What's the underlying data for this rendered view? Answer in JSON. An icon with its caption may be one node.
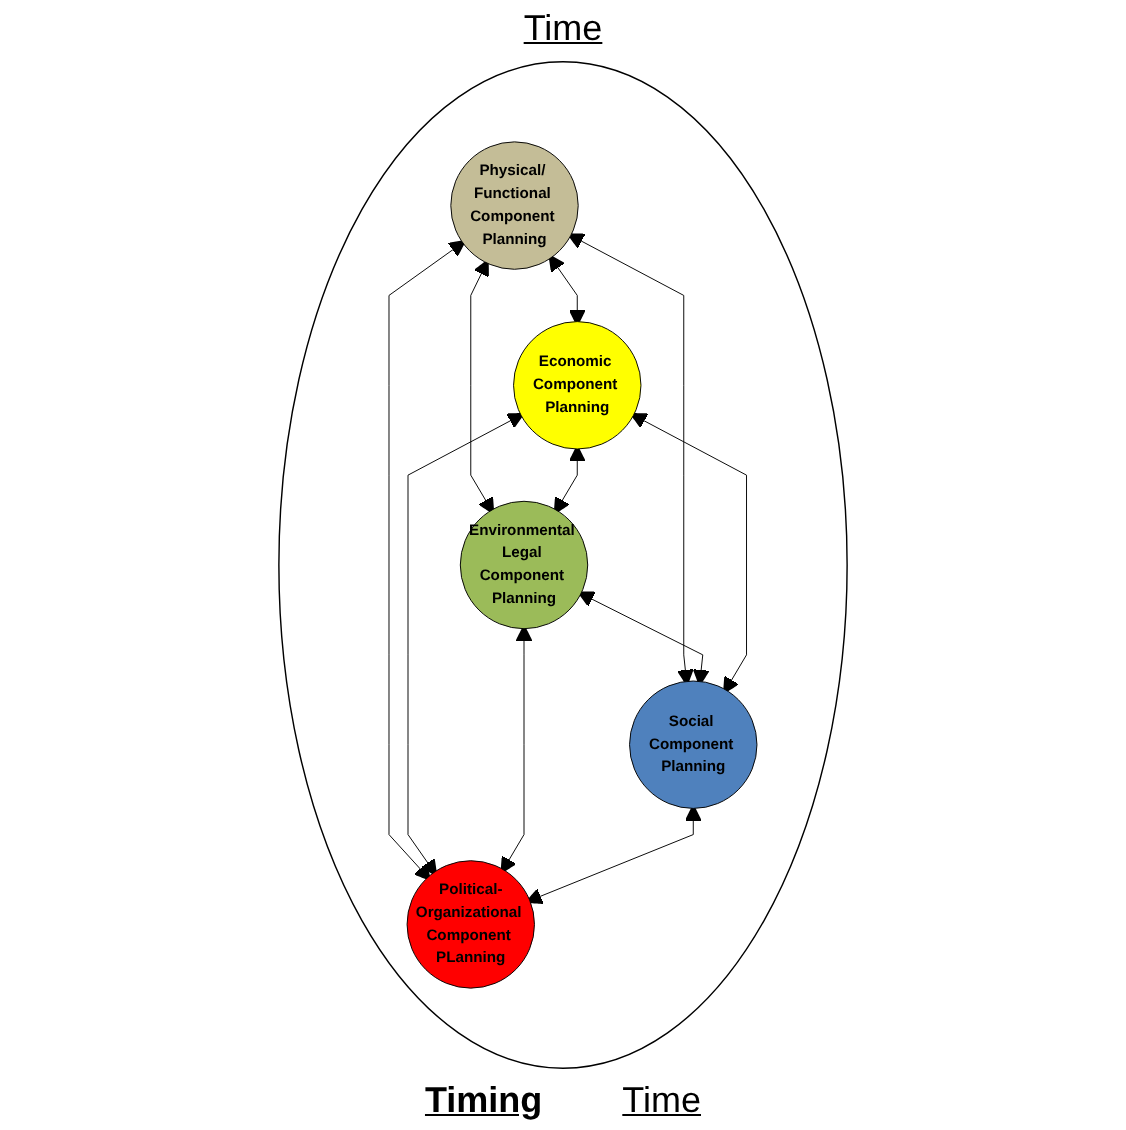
{
  "diagram": {
    "nodes": [
      {
        "text": [],
        "shape": "circle"
      },
      {
        "text": [
          "Physical/ Functional Component Planning"
        ],
        "in": 0
      },
      {
        "text": [
          "Economic Component Planning"
        ],
        "in": 0
      },
      {
        "text": [
          "Environmental Legal Component Planning"
        ],
        "in": 0
      },
      {
        "text": [
          "Social Component Planning"
        ],
        "in": 0
      },
      {
        "text": [
          "Political-Organizational Component PLanning"
        ],
        "in": 0
      }
    ],
    "edges": [
      {
        "from": 1,
        "to": 2,
        "arrow": "both"
      },
      {
        "from": 1,
        "to": 3,
        "arrow": "both"
      },
      {
        "from": 2,
        "to": 3,
        "arrow": "both"
      },
      {
        "from": 1,
        "to": 4,
        "arrow": "both"
      },
      {
        "from": 1,
        "to": 5,
        "arrow": "both"
      },
      {
        "from": 2,
        "to": 5,
        "arrow": "both"
      },
      {
        "from": 3,
        "to": 4,
        "arrow": "both"
      },
      {
        "from": 2,
        "to": 4,
        "arrow": "both"
      },
      {
        "from": 3,
        "to": 5,
        "arrow": "both"
      },
      {
        "from": 4,
        "to": 5,
        "arrow": "both"
      }
    ],
    "labels": [
      "Time",
      "Timing",
      "Time"
    ]
  }
}
